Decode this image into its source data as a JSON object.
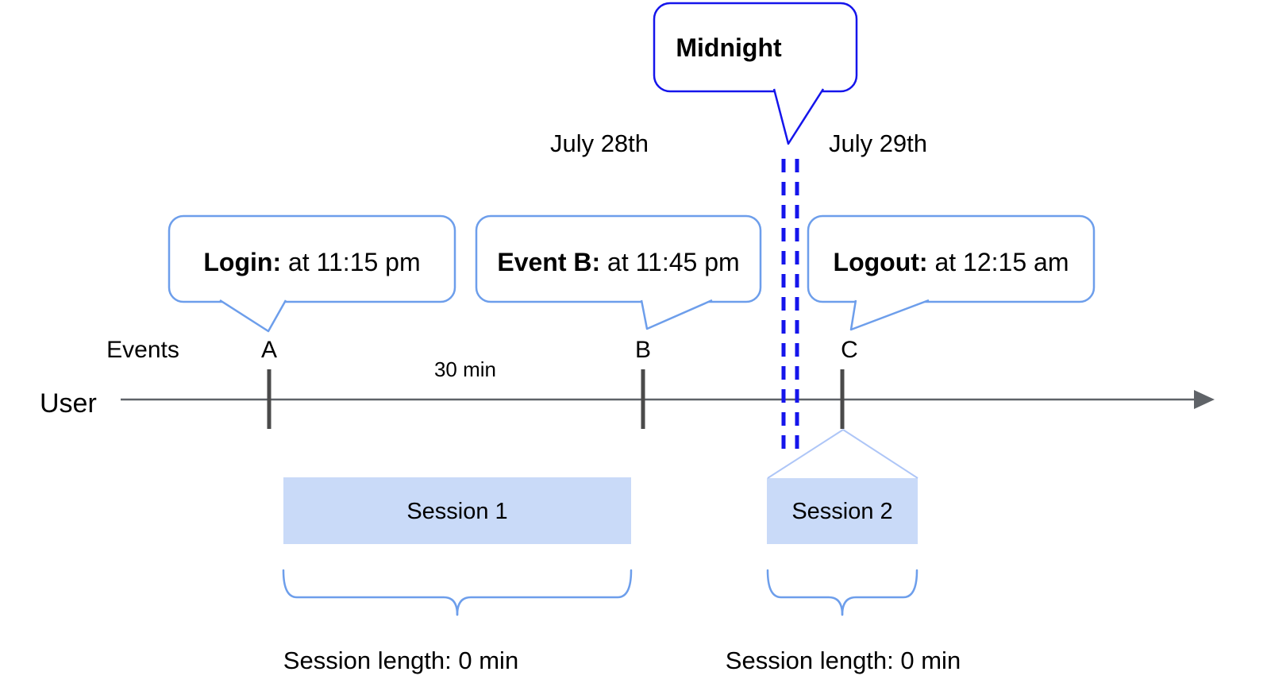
{
  "colors": {
    "strong_blue": "#1515eb",
    "cornflower": "#6d9eeb",
    "light_blue": "#aec6f7",
    "session_fill": "#c9daf8",
    "axis": "#5f6368",
    "tick": "#4a4a4a",
    "text": "#000000"
  },
  "callouts": {
    "midnight": {
      "label": "Midnight"
    },
    "login": {
      "label": "Login:",
      "time": " at 11:15 pm"
    },
    "event_b": {
      "label": "Event B:",
      "time": " at 11:45 pm"
    },
    "logout": {
      "label": "Logout:",
      "time": " at 12:15 am"
    }
  },
  "dates": {
    "before_midnight": "July 28th",
    "after_midnight": "July 29th"
  },
  "timeline": {
    "user_label": "User",
    "events_label": "Events",
    "event_markers": [
      "A",
      "B",
      "C"
    ],
    "interval_label": "30 min"
  },
  "sessions": [
    {
      "label": "Session 1",
      "length_label": "Session length: 0 min"
    },
    {
      "label": "Session 2",
      "length_label": "Session length: 0 min"
    }
  ]
}
